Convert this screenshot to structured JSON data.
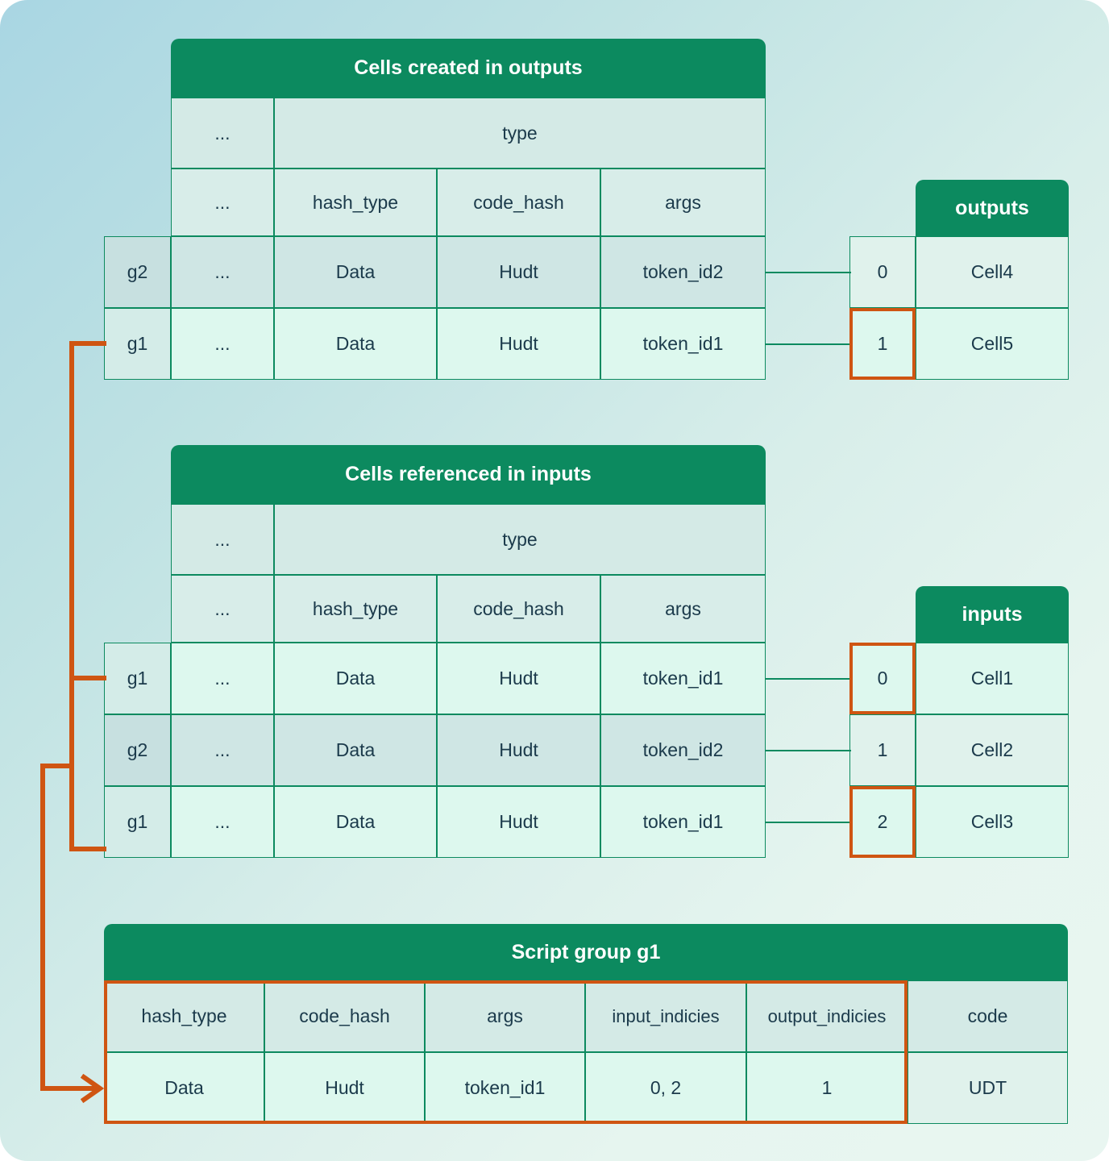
{
  "theme": {
    "header_green": "#0c8a5f",
    "highlight_orange": "#cf5512",
    "text_dark": "#1b3a4b",
    "bg_from": "#a9d6e3",
    "bg_to": "#e9f6f1"
  },
  "outputs_table": {
    "title": "Cells created in outputs",
    "group_header": "",
    "ellipsis": "...",
    "type_header": "type",
    "sub_headers": [
      "...",
      "hash_type",
      "code_hash",
      "args"
    ],
    "rows": [
      {
        "group": "g2",
        "ellipsis": "...",
        "hash_type": "Data",
        "code_hash": "Hudt",
        "args": "token_id2"
      },
      {
        "group": "g1",
        "ellipsis": "...",
        "hash_type": "Data",
        "code_hash": "Hudt",
        "args": "token_id1"
      }
    ]
  },
  "outputs_index": {
    "title": "outputs",
    "rows": [
      {
        "index": "0",
        "cell": "Cell4",
        "highlight": false
      },
      {
        "index": "1",
        "cell": "Cell5",
        "highlight": true
      }
    ]
  },
  "inputs_table": {
    "title": "Cells referenced in inputs",
    "ellipsis": "...",
    "type_header": "type",
    "sub_headers": [
      "...",
      "hash_type",
      "code_hash",
      "args"
    ],
    "rows": [
      {
        "group": "g1",
        "ellipsis": "...",
        "hash_type": "Data",
        "code_hash": "Hudt",
        "args": "token_id1"
      },
      {
        "group": "g2",
        "ellipsis": "...",
        "hash_type": "Data",
        "code_hash": "Hudt",
        "args": "token_id2"
      },
      {
        "group": "g1",
        "ellipsis": "...",
        "hash_type": "Data",
        "code_hash": "Hudt",
        "args": "token_id1"
      }
    ]
  },
  "inputs_index": {
    "title": "inputs",
    "rows": [
      {
        "index": "0",
        "cell": "Cell1",
        "highlight": true
      },
      {
        "index": "1",
        "cell": "Cell2",
        "highlight": false
      },
      {
        "index": "2",
        "cell": "Cell3",
        "highlight": true
      }
    ]
  },
  "script_group_table": {
    "title": "Script group g1",
    "headers": [
      "hash_type",
      "code_hash",
      "args",
      "input_indicies",
      "output_indicies",
      "code"
    ],
    "row": [
      "Data",
      "Hudt",
      "token_id1",
      "0, 2",
      "1",
      "UDT"
    ]
  }
}
